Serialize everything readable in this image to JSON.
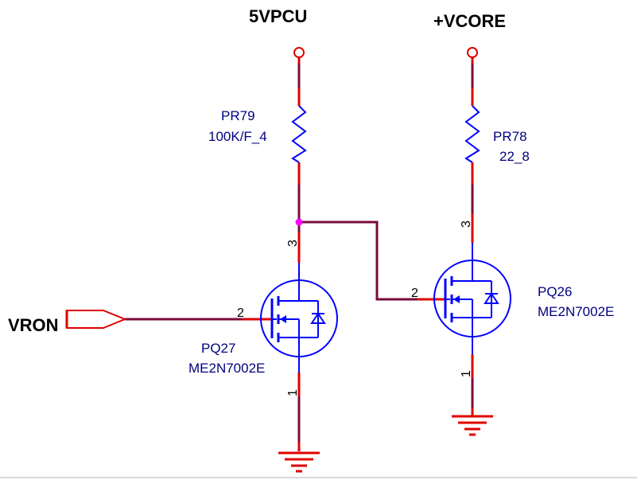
{
  "nets": {
    "supply_left": "5VPCU",
    "supply_right": "+VCORE",
    "input": "VRON"
  },
  "resistors": [
    {
      "ref": "PR79",
      "value": "100K/F_4"
    },
    {
      "ref": "PR78",
      "value": "22_8"
    }
  ],
  "transistors": [
    {
      "ref": "PQ27",
      "part": "ME2N7002E",
      "pin_gate": "2",
      "pin_drain": "3",
      "pin_source": "1"
    },
    {
      "ref": "PQ26",
      "part": "ME2N7002E",
      "pin_gate": "2",
      "pin_drain": "3",
      "pin_source": "1"
    }
  ],
  "colors": {
    "wire": "#7a0b3b",
    "pin": "#e00000",
    "component": "#0000ff",
    "junction": "#ff00ff",
    "text": "#000080"
  }
}
